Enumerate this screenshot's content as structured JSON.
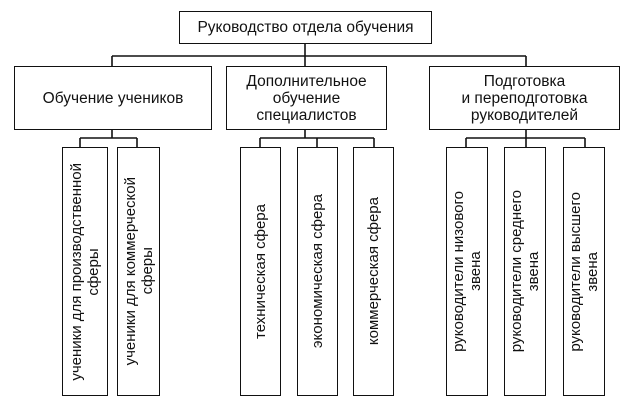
{
  "diagram": {
    "root": "Руководство отдела обучения",
    "groups": [
      {
        "title": "Обучение учеников",
        "children": [
          "ученики для производственной\nсферы",
          "ученики для коммерческой\nсферы"
        ]
      },
      {
        "title": "Дополнительное\nобучение\nспециалистов",
        "children": [
          "техническая сфера",
          "экономическая сфера",
          "коммерческая сфера"
        ]
      },
      {
        "title": "Подготовка\nи переподготовка\nруководителей",
        "children": [
          "руководители низового\nзвена",
          "руководители среднего\nзвена",
          "руководители высшего\nзвена"
        ]
      }
    ]
  }
}
